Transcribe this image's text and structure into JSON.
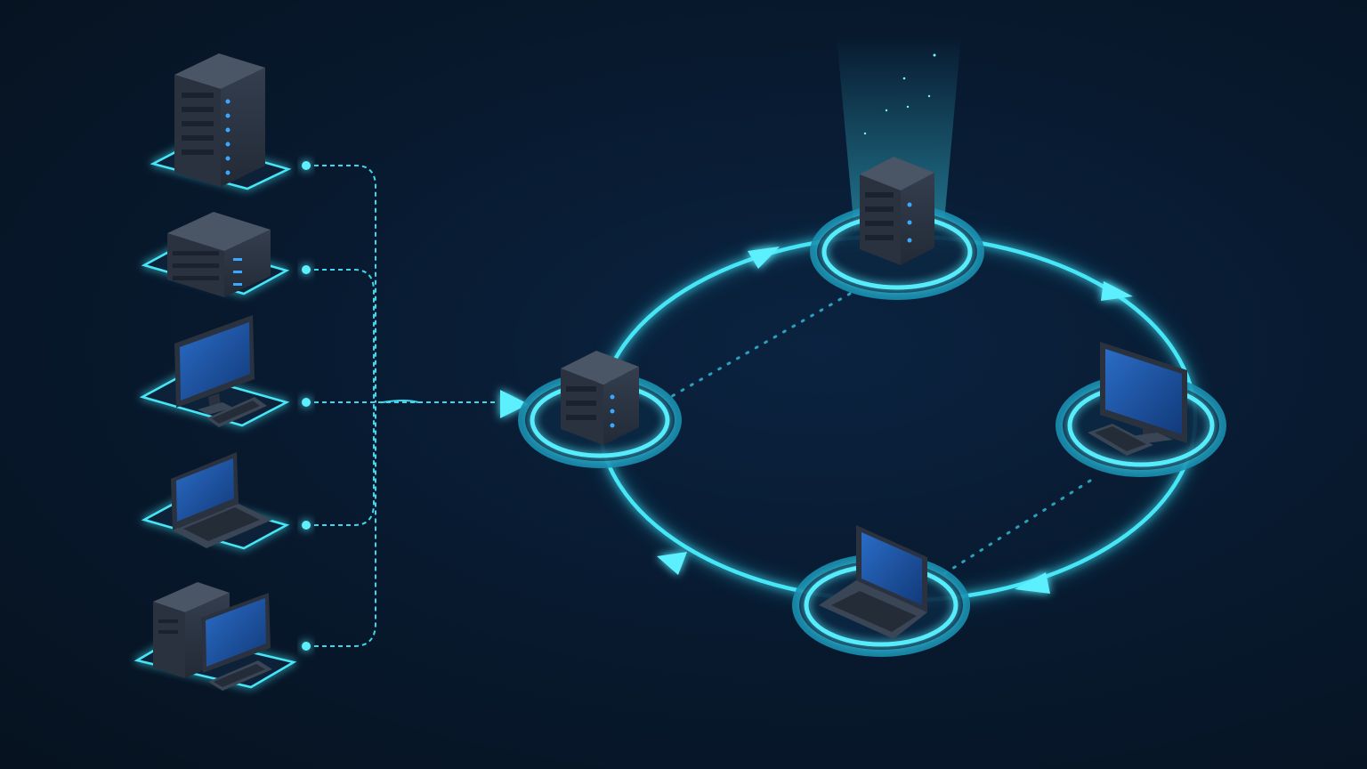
{
  "colors": {
    "background": "#081a30",
    "glow": "#3ee0f5",
    "glow_soft": "#1a8fb0",
    "device_dark": "#2a3341",
    "device_mid": "#3a4555",
    "screen": "#1a4f9e",
    "led": "#3aa8ff"
  },
  "icons": {
    "rack_server": "rack-server-icon",
    "blade_server": "blade-server-icon",
    "monitor": "monitor-icon",
    "laptop": "laptop-icon",
    "desktop_tower": "desktop-tower-icon",
    "arrow": "arrow-icon"
  },
  "source_devices": [
    {
      "name": "source-rack-server",
      "icon": "rack-server-icon"
    },
    {
      "name": "source-blade-server",
      "icon": "blade-server-icon"
    },
    {
      "name": "source-monitor",
      "icon": "monitor-icon"
    },
    {
      "name": "source-laptop",
      "icon": "laptop-icon"
    },
    {
      "name": "source-desktop",
      "icon": "desktop-tower-icon"
    }
  ],
  "ring_nodes": [
    {
      "name": "ring-node-top-server",
      "icon": "rack-server-icon",
      "highlighted": true
    },
    {
      "name": "ring-node-left-server",
      "icon": "rack-server-icon",
      "highlighted": false
    },
    {
      "name": "ring-node-right-monitor",
      "icon": "monitor-icon",
      "highlighted": false
    },
    {
      "name": "ring-node-bottom-laptop",
      "icon": "laptop-icon",
      "highlighted": false
    }
  ],
  "ring_direction": "clockwise"
}
